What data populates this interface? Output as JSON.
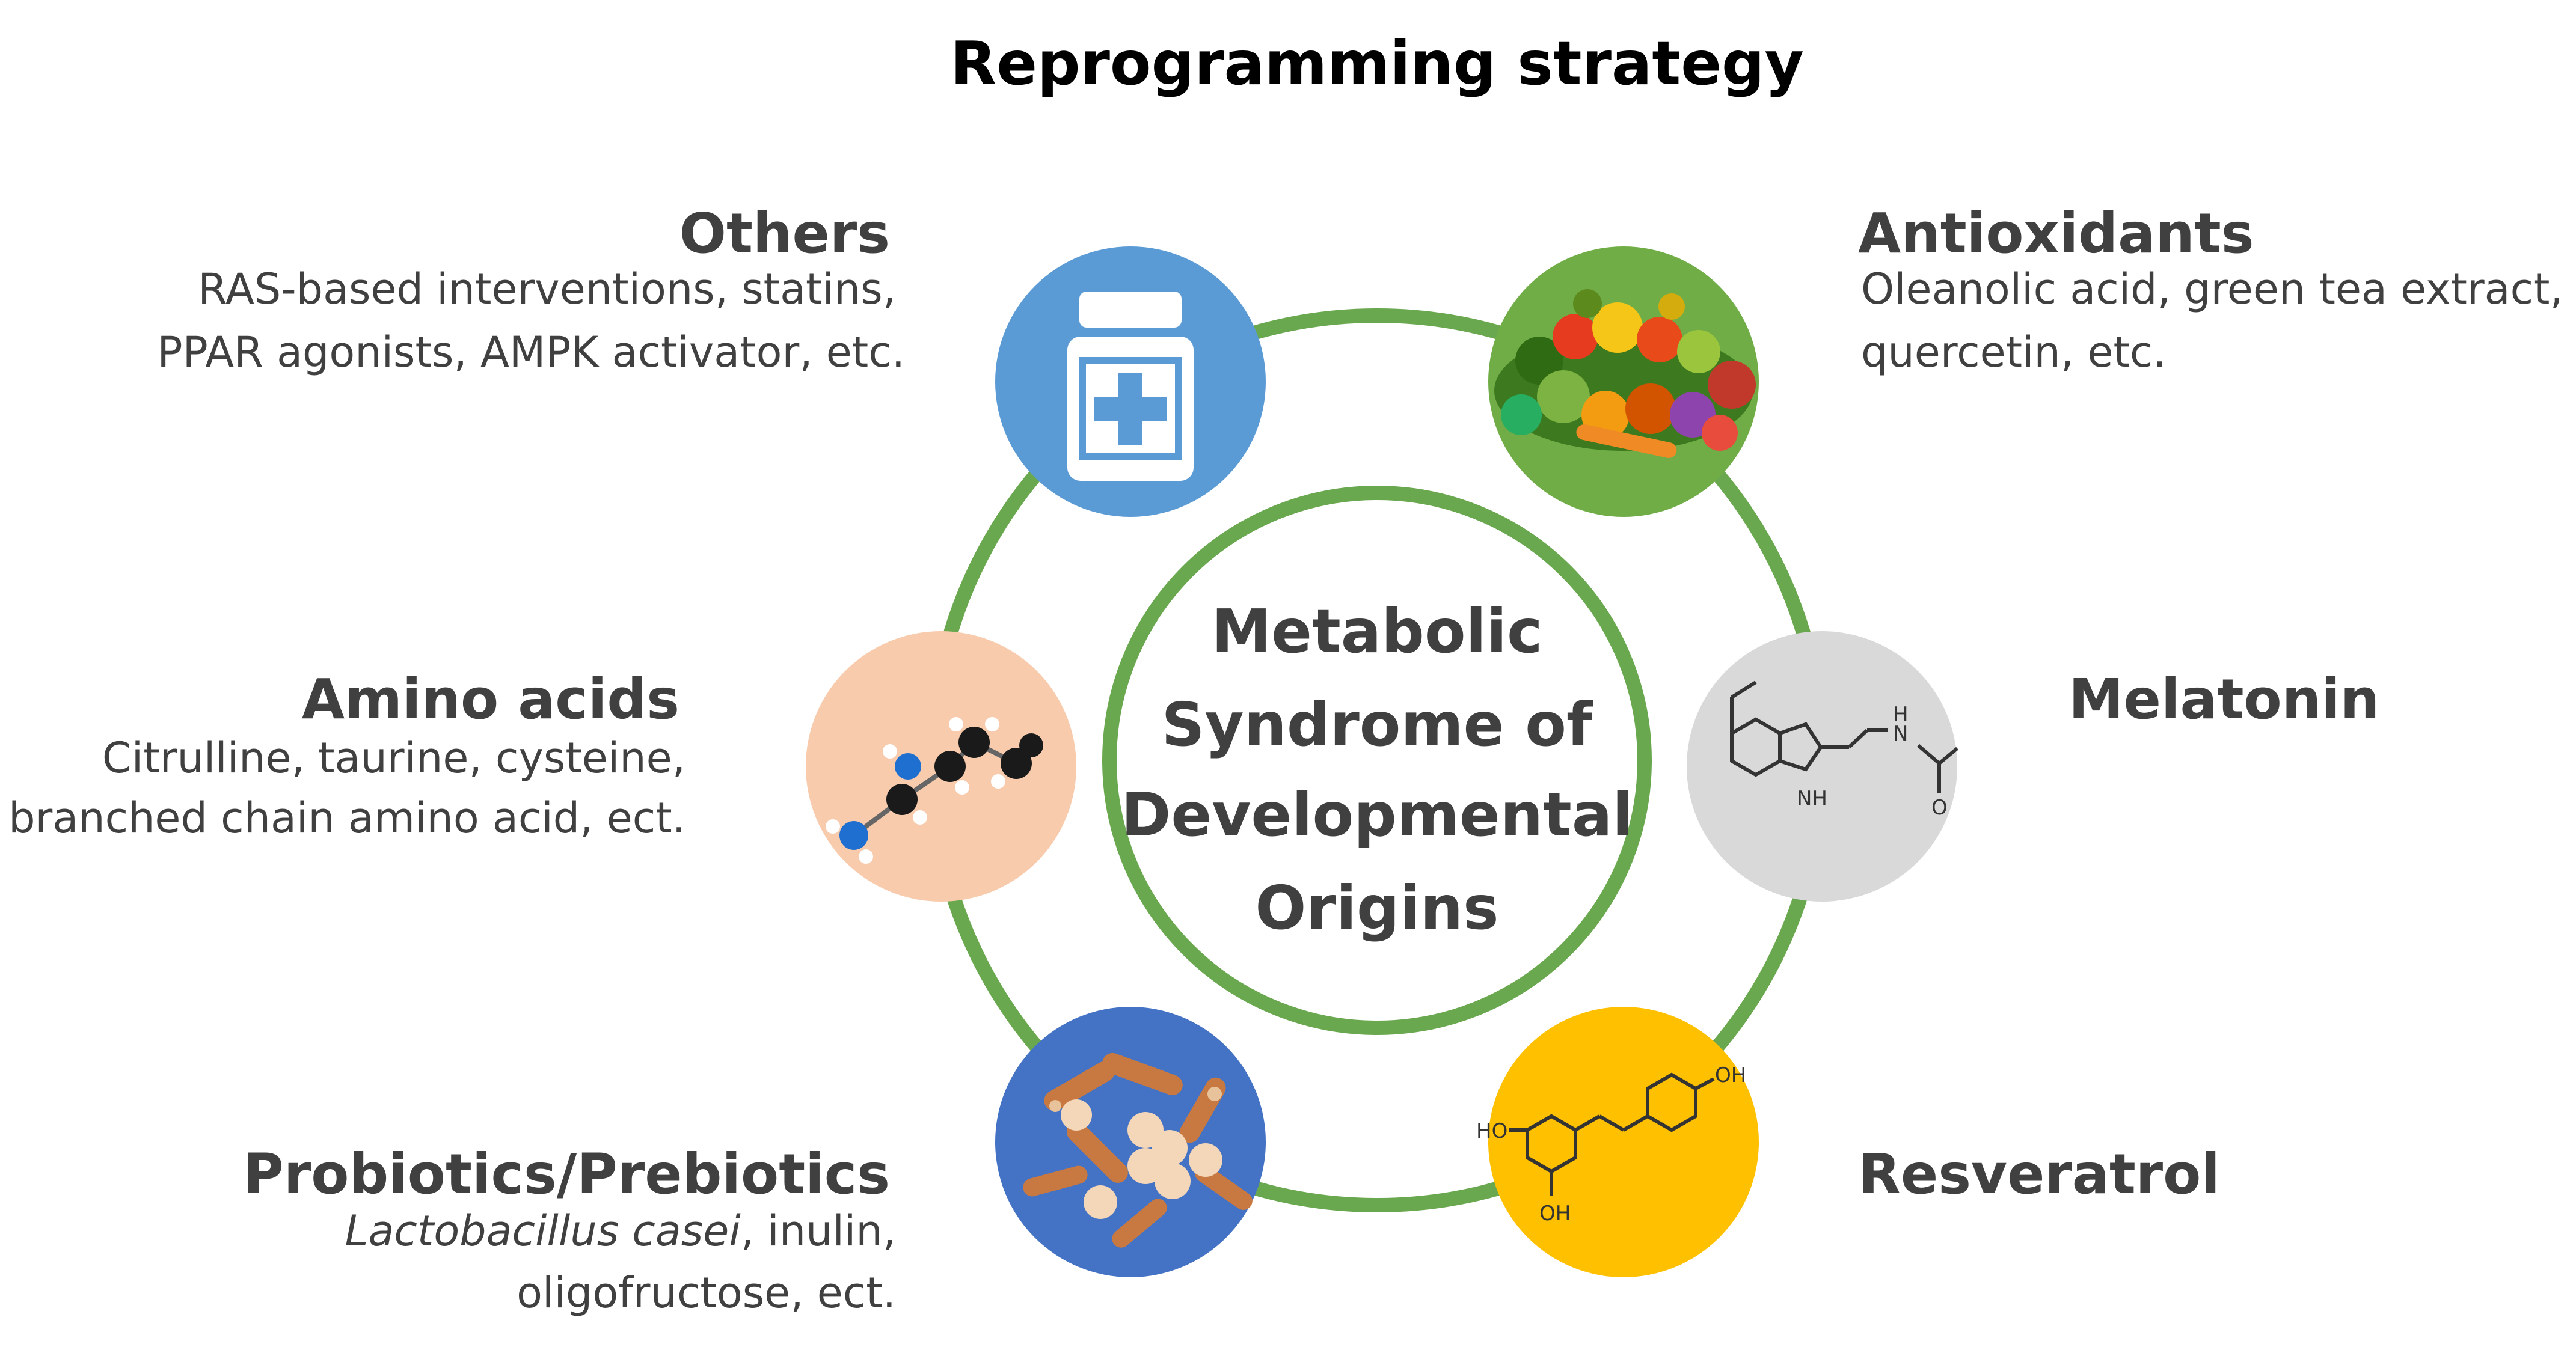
{
  "title": "Reprogramming strategy",
  "center": {
    "lines": [
      "Metabolic",
      "Syndrome  of",
      "Developmental",
      "Origins"
    ]
  },
  "colors": {
    "ring": "#6aa84f",
    "others": "#5b9bd5",
    "antioxidants": "#70ad47",
    "melatonin": "#d9d9d9",
    "amino_acids": "#f8cbad",
    "probiotics": "#4472c4",
    "resveratrol": "#ffc000"
  },
  "strategies": {
    "others": {
      "heading": "Others",
      "lines": [
        "RAS-based interventions, statins,",
        "PPAR agonists, AMPK activator, etc."
      ],
      "icon": "medicine-bottle-icon"
    },
    "antioxidants": {
      "heading": "Antioxidants",
      "lines": [
        "Oleanolic acid, green tea extract,",
        "quercetin, etc."
      ],
      "icon": "fruits-vegetables-icon"
    },
    "melatonin": {
      "heading": "Melatonin",
      "lines": [],
      "icon": "melatonin-structure-icon",
      "labels": [
        "N",
        "H",
        "O",
        "NH"
      ]
    },
    "amino_acids": {
      "heading": "Amino acids",
      "lines": [
        "Citrulline, taurine, cysteine,",
        "branched chain amino acid, ect."
      ],
      "icon": "molecule-model-icon"
    },
    "probiotics": {
      "heading": "Probiotics/Prebiotics",
      "italic": "Lactobacillus casei",
      "line1_rest": ", inulin,",
      "line2": "oligofructose, ect.",
      "icon": "bacteria-icon"
    },
    "resveratrol": {
      "heading": "Resveratrol",
      "lines": [],
      "icon": "resveratrol-structure-icon",
      "labels": [
        "HO",
        "OH",
        "OH"
      ]
    }
  }
}
